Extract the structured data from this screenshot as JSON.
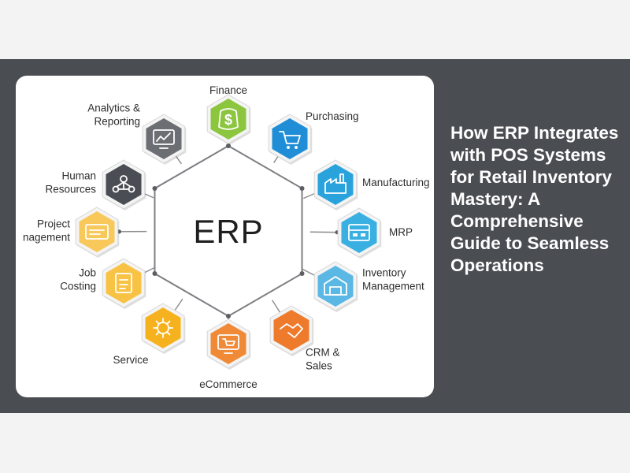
{
  "article": {
    "title": "How ERP Integrates with POS Systems for Retail Inventory Mastery: A Comprehensive Guide to Seamless Operations"
  },
  "diagram": {
    "center_label": "ERP",
    "modules": [
      {
        "id": "finance",
        "label_lines": [
          "Finance"
        ],
        "color": "#8cc63f",
        "icon": "dollar-bag-icon"
      },
      {
        "id": "purchasing",
        "label_lines": [
          "Purchasing"
        ],
        "color": "#1f8ed6",
        "icon": "shopping-cart-icon"
      },
      {
        "id": "manufacturing",
        "label_lines": [
          "Manufacturing"
        ],
        "color": "#2aa3dc",
        "icon": "factory-icon"
      },
      {
        "id": "mrp",
        "label_lines": [
          "MRP"
        ],
        "color": "#3ab0e2",
        "icon": "planning-board-icon"
      },
      {
        "id": "inventory",
        "label_lines": [
          "Inventory",
          "Management"
        ],
        "color": "#5bb8e4",
        "icon": "warehouse-icon"
      },
      {
        "id": "crm",
        "label_lines": [
          "CRM &",
          "Sales"
        ],
        "color": "#ee7a2c",
        "icon": "handshake-icon"
      },
      {
        "id": "ecommerce",
        "label_lines": [
          "eCommerce"
        ],
        "color": "#f08a36",
        "icon": "web-cart-icon"
      },
      {
        "id": "service",
        "label_lines": [
          "Service"
        ],
        "color": "#f6b21e",
        "icon": "service-gear-icon"
      },
      {
        "id": "job-costing",
        "label_lines": [
          "Job",
          "Costing"
        ],
        "color": "#f8c244",
        "icon": "clipboard-icon"
      },
      {
        "id": "project",
        "label_lines": [
          "Project",
          "nagement"
        ],
        "color": "#f8c85a",
        "icon": "project-board-icon"
      },
      {
        "id": "hr",
        "label_lines": [
          "Human",
          "Resources"
        ],
        "color": "#4a4d53",
        "icon": "people-network-icon"
      },
      {
        "id": "analytics",
        "label_lines": [
          "Analytics &",
          "Reporting"
        ],
        "color": "#6b6e73",
        "icon": "chart-monitor-icon"
      }
    ]
  }
}
